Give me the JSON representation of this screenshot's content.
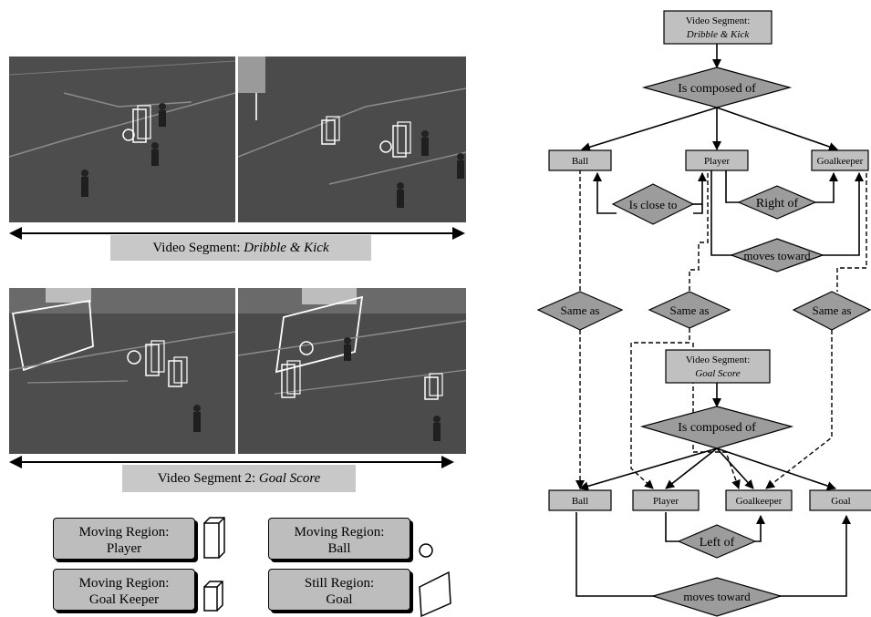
{
  "segment1": {
    "caption_prefix": "Video Segment: ",
    "caption_emph": "Dribble & Kick"
  },
  "segment2": {
    "caption_prefix": "Video Segment 2: ",
    "caption_emph": "Goal Score"
  },
  "legend": [
    {
      "line1": "Moving Region:",
      "line2": "Player",
      "icon": "box-tall-icon"
    },
    {
      "line1": "Moving Region:",
      "line2": "Ball",
      "icon": "circle-icon"
    },
    {
      "line1": "Moving Region:",
      "line2": "Goal Keeper",
      "icon": "box-short-icon"
    },
    {
      "line1": "Still Region:",
      "line2": "Goal",
      "icon": "quad-icon"
    }
  ],
  "graph": {
    "top_segment": {
      "line1": "Video Segment:",
      "line2": "Dribble & Kick"
    },
    "composed_top": "Is composed of",
    "top_objects": [
      "Ball",
      "Player",
      "Goalkeeper"
    ],
    "is_close_to": "Is close to",
    "right_of": "Right of",
    "moves_toward_top": "moves toward",
    "same_as": [
      "Same as",
      "Same as",
      "Same as"
    ],
    "bottom_segment": {
      "line1": "Video Segment:",
      "line2": "Goal Score"
    },
    "composed_bottom": "Is composed of",
    "bottom_objects": [
      "Ball",
      "Player",
      "Goalkeeper",
      "Goal"
    ],
    "left_of": "Left of",
    "moves_toward_bottom": "moves toward"
  }
}
